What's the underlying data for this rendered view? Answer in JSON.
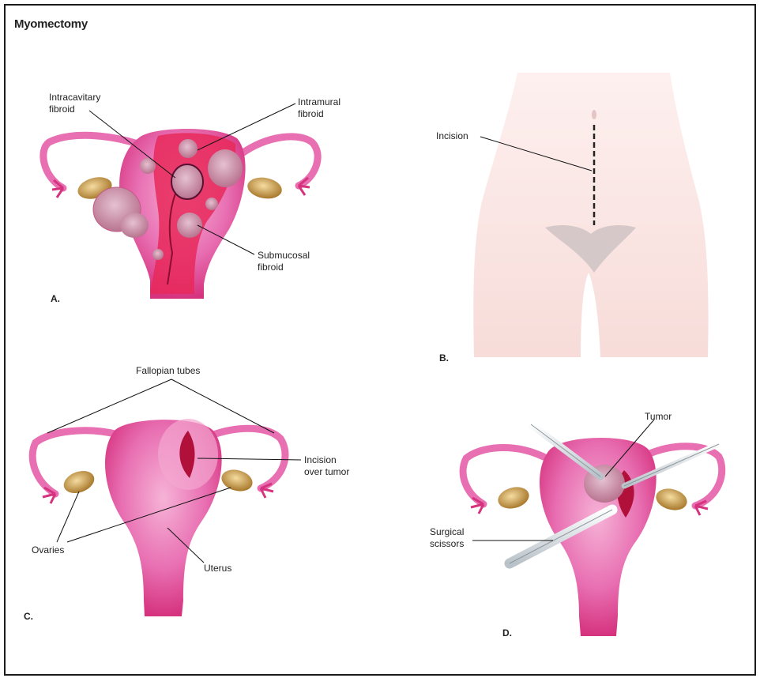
{
  "title": "Myomectomy",
  "colors": {
    "uterus": "#e75aa9",
    "uterus_light": "#f09acb",
    "uterus_dark": "#d6337f",
    "cavity": "#e8295a",
    "fibroid": "#c98aa6",
    "ovary": "#c89a4a",
    "skin": "#f9e2e0",
    "incision": "#b0103a"
  },
  "panels": {
    "a": {
      "letter": "A.",
      "labels": {
        "intracavitary": "Intracavitary\nfibroid",
        "intramural": "Intramural\nfibroid",
        "submucosal": "Submucosal\nfibroid"
      }
    },
    "b": {
      "letter": "B.",
      "labels": {
        "incision": "Incision"
      }
    },
    "c": {
      "letter": "C.",
      "labels": {
        "fallopian": "Fallopian tubes",
        "incision_over_tumor": "Incision\nover tumor",
        "ovaries": "Ovaries",
        "uterus": "Uterus"
      }
    },
    "d": {
      "letter": "D.",
      "labels": {
        "tumor": "Tumor",
        "scissors": "Surgical\nscissors"
      }
    }
  }
}
